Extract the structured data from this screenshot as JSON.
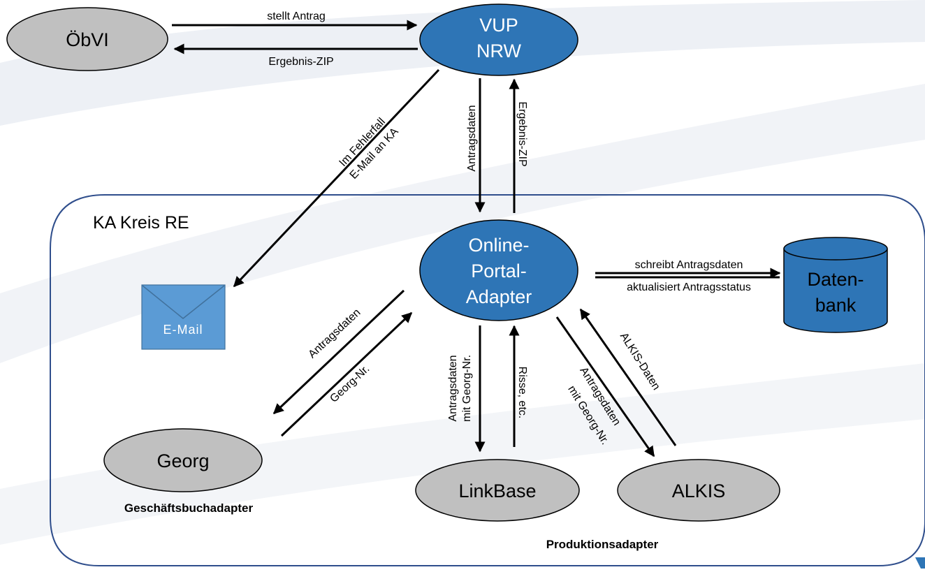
{
  "nodes": {
    "obvi": "ÖbVI",
    "vup_line1": "VUP",
    "vup_line2": "NRW",
    "adapter_line1": "Online-",
    "adapter_line2": "Portal-",
    "adapter_line3": "Adapter",
    "db_line1": "Daten-",
    "db_line2": "bank",
    "email": "E-Mail",
    "georg": "Georg",
    "linkbase": "LinkBase",
    "alkis": "ALKIS"
  },
  "region": {
    "title": "KA Kreis RE"
  },
  "captions": {
    "georg": "Geschäftsbuchadapter",
    "production": "Produktionsadapter"
  },
  "edges": {
    "obvi_to_vup": "stellt Antrag",
    "vup_to_obvi": "Ergebnis-ZIP",
    "vup_to_adapter": "Antragsdaten",
    "adapter_to_vup": "Ergebnis-ZIP",
    "error_line1": "Im Fehlerfall",
    "error_line2": "E-Mail an KA",
    "db_line1": "schreibt Antragsdaten",
    "db_line2": "aktualisiert Antragsstatus",
    "to_georg": "Antragsdaten",
    "from_georg": "Georg-Nr.",
    "to_linkbase_line1": "Antragsdaten",
    "to_linkbase_line2": "mit Georg-Nr.",
    "from_linkbase": "Risse, etc.",
    "to_alkis_line1": "Antragsdaten",
    "to_alkis_line2": "mit Georg-Nr.",
    "from_alkis": "ALKIS-Daten"
  },
  "colors": {
    "blue_node": "#2e75b6",
    "grey_node": "#c0c0c0",
    "email_fill": "#5b9bd5",
    "region_border": "#2f4e8c"
  }
}
